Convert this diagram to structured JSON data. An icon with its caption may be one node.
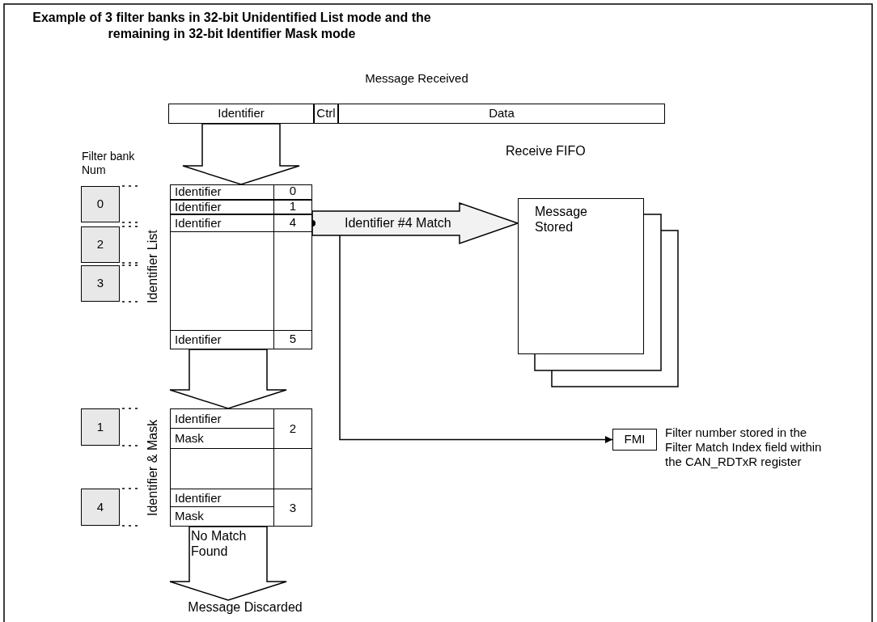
{
  "diagram": {
    "title": "Example of 3 filter banks in 32-bit Unidentified List mode and the remaining in 32-bit Identifier Mask mode",
    "nodes": [
      {
        "text": [
          "Message Received"
        ]
      },
      {
        "text": [
          "Identifier"
        ],
        "in": 0
      },
      {
        "text": [
          "Ctrl"
        ],
        "in": 0
      },
      {
        "text": [
          "Data"
        ],
        "in": 0
      },
      {
        "text": [
          "Identifier List"
        ]
      },
      {
        "text": [
          "Identifier",
          "0"
        ],
        "in": 4
      },
      {
        "text": [
          "Identifier",
          "1"
        ],
        "in": 4
      },
      {
        "text": [
          "Identifier",
          "4"
        ],
        "in": 4
      },
      {
        "text": [
          "Identifier",
          "5"
        ],
        "in": 4
      },
      {
        "text": [
          "0"
        ]
      },
      {
        "text": [
          "2"
        ]
      },
      {
        "text": [
          "3"
        ]
      },
      {
        "text": [
          "Message Stored"
        ]
      },
      {
        "text": [
          "Identifier & Mask"
        ]
      },
      {
        "text": [
          "Identifier",
          "Mask",
          "2"
        ],
        "in": 13
      },
      {
        "text": [
          "Identifier",
          "Mask",
          "3"
        ],
        "in": 13
      },
      {
        "text": [
          "1"
        ]
      },
      {
        "text": [
          "4"
        ]
      },
      {
        "text": [
          "FMI"
        ],
        "beside": [
          "Filter number stored in the Filter Match Index field within the CAN_RDTxR register"
        ]
      },
      {
        "text": [
          "Message Discarded"
        ]
      }
    ],
    "edges": [
      {
        "from": 1,
        "to": 4,
        "arrow": "to",
        "style": "thick"
      },
      {
        "from": 7,
        "to": 12,
        "arrow": "to",
        "style": "thick",
        "label": "Identifier #4 Match"
      },
      {
        "from": 7,
        "to": 18,
        "arrow": "to"
      },
      {
        "from": 4,
        "to": 13,
        "arrow": "to",
        "style": "thick"
      },
      {
        "from": 13,
        "to": 19,
        "arrow": "to",
        "style": "thick",
        "label": "No Match Found"
      }
    ],
    "labels": [
      "Filter bank Num",
      "Receive FIFO"
    ]
  }
}
